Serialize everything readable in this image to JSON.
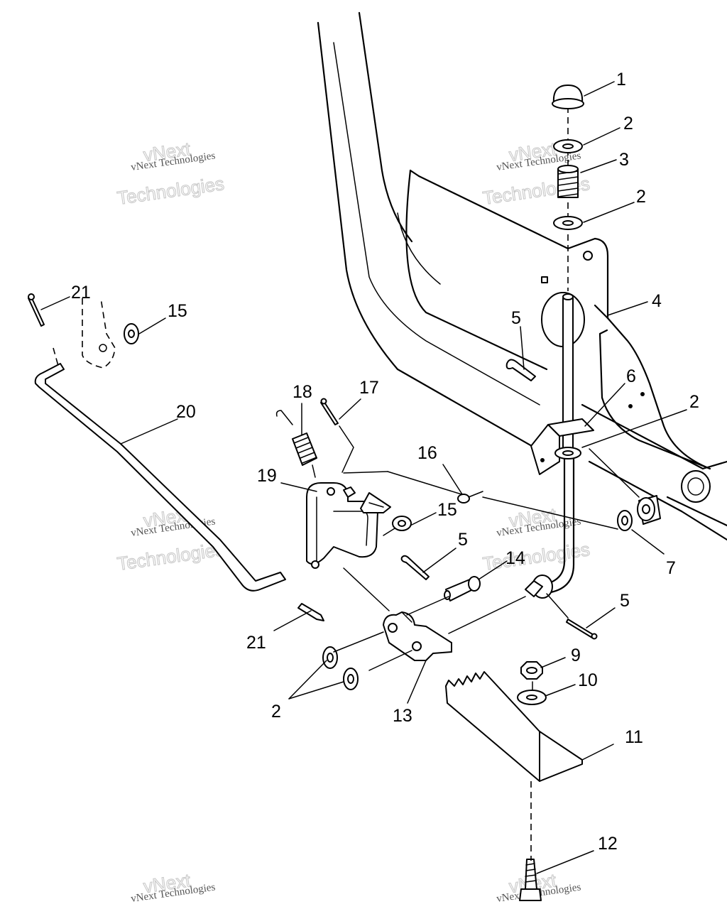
{
  "watermark": {
    "small_text": "vNext Technologies",
    "large_word_1": "vNext",
    "large_word_2": "Technologies"
  },
  "callouts": [
    {
      "id": "c1",
      "label": "1"
    },
    {
      "id": "c2a",
      "label": "2"
    },
    {
      "id": "c3",
      "label": "3"
    },
    {
      "id": "c2b",
      "label": "2"
    },
    {
      "id": "c4",
      "label": "4"
    },
    {
      "id": "c5a",
      "label": "5"
    },
    {
      "id": "c6",
      "label": "6"
    },
    {
      "id": "c2c",
      "label": "2"
    },
    {
      "id": "c21a",
      "label": "21"
    },
    {
      "id": "c15a",
      "label": "15"
    },
    {
      "id": "c20",
      "label": "20"
    },
    {
      "id": "c18",
      "label": "18"
    },
    {
      "id": "c17",
      "label": "17"
    },
    {
      "id": "c19",
      "label": "19"
    },
    {
      "id": "c16",
      "label": "16"
    },
    {
      "id": "c15b",
      "label": "15"
    },
    {
      "id": "c5b",
      "label": "5"
    },
    {
      "id": "c14",
      "label": "14"
    },
    {
      "id": "c7",
      "label": "7"
    },
    {
      "id": "c5c",
      "label": "5"
    },
    {
      "id": "c21b",
      "label": "21"
    },
    {
      "id": "c9",
      "label": "9"
    },
    {
      "id": "c10",
      "label": "10"
    },
    {
      "id": "c2d",
      "label": "2"
    },
    {
      "id": "c13",
      "label": "13"
    },
    {
      "id": "c11",
      "label": "11"
    },
    {
      "id": "c12",
      "label": "12"
    }
  ]
}
